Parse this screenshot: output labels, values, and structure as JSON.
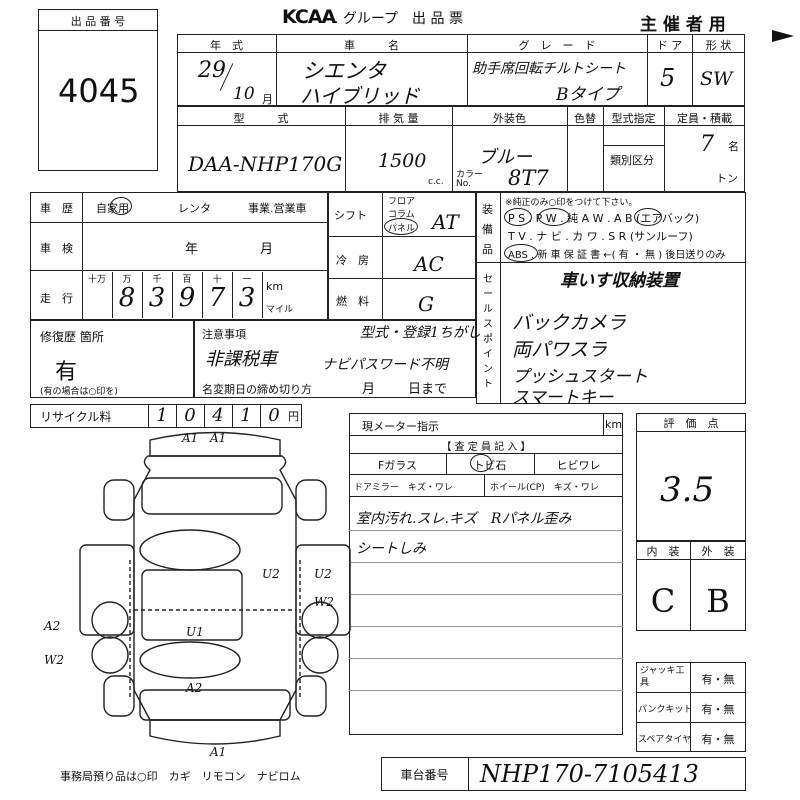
{
  "header": {
    "lot_label": "出 品 番 号",
    "lot_number": "4045",
    "logo": "KCAA",
    "title": ". グループ　出 品 票",
    "organizer": "主 催 者 用"
  },
  "row1": {
    "year_label": "年　式",
    "year": "29",
    "month": "10",
    "month_unit": "月",
    "model_name_label": "車　　　名",
    "model_name_1": "シエンタ",
    "model_name_2": "ハイブリッド",
    "grade_label": "グ　レ　ー　ド",
    "grade_1": "助手席回転チルトシート",
    "grade_2": "Bタイプ",
    "door_label": "ド ア",
    "doors": "5",
    "shape_label": "形 状",
    "shape": "SW"
  },
  "row2": {
    "type_label": "型　　　式",
    "type": "DAA-NHP170G",
    "disp_label": "排 気 量",
    "displacement": "1500",
    "cc": "c.c.",
    "color_label": "外装色",
    "color_change_label": "色替",
    "color": "ブルー",
    "color_no_label": "カラー No.",
    "color_no": "8T7",
    "type_desig_label": "型式指定",
    "class_label": "類別区分",
    "capacity_label": "定員・積載",
    "capacity": "7",
    "capacity_unit": "名",
    "ton_unit": "トン"
  },
  "history": {
    "label": "車　歴",
    "options": [
      "自家用",
      "レンタ",
      "事業.営業車"
    ],
    "inspection_label": "車　検",
    "inspection_year": "年",
    "inspection_month": "月",
    "mileage_label": "走　行",
    "mileage_units": [
      "十万",
      "万",
      "千",
      "百",
      "十",
      "一"
    ],
    "mileage_digits": [
      "",
      "8",
      "3",
      "9",
      "7",
      "3"
    ],
    "km_label": "km",
    "mile_label": "マイル"
  },
  "specs": {
    "shift_label": "シフト",
    "shift_options": [
      "フロア",
      "コラム",
      "パネル"
    ],
    "shift": "AT",
    "ac_label": "冷　房",
    "ac": "AC",
    "fuel_label": "燃　料",
    "fuel": "G"
  },
  "equipment": {
    "label": "装備品",
    "note": "※純正のみ○印をつけて下さい。",
    "line1": "P S . P W . 純 A W . A B (エアバック)",
    "line2": "T V . ナ ビ . カ ワ . S R (サンルーフ)",
    "line3": "ABS . 新 車 保 証 書 ←( 有 ・ 無 ) 後日送りのみ",
    "salespoint_label": "セールスポイント",
    "salespoint_1": "車いす収納装置",
    "salespoint_2": "バックカメラ",
    "salespoint_3": "両パワスラ",
    "salespoint_4": "プッシュスタート",
    "salespoint_5": "スマートキー"
  },
  "repair": {
    "label": "修復歴 箇所",
    "value": "有",
    "note": "(有の場合は○印を)",
    "caution_label": "注意事項",
    "caution_1": "型式・登録1ちがし",
    "caution_2": "非課税車",
    "caution_3": "ナビパスワード不明",
    "deadline_label": "名変期日の締め切り方",
    "deadline_month": "月",
    "deadline_day": "日まで"
  },
  "recycle": {
    "label": "リサイクル料",
    "digits": [
      "1",
      "0",
      "4",
      "1",
      "0"
    ],
    "unit": "円"
  },
  "meter": {
    "label": "現メーター指示",
    "unit": "km",
    "inspector_label": "【 査 定 員 記 入 】",
    "glass_label": "Fガラス",
    "glass_opt1": "トビ石",
    "glass_opt2": "ヒビワレ",
    "mirror_label": "ドアミラー　キズ・ワレ",
    "wheel_label": "ホイール(CP)　キズ・ワレ",
    "note_1": "室内汚れ.スレ.キズ　Rパネル歪み",
    "note_2": "シートしみ"
  },
  "score": {
    "label": "評　価　点",
    "value": "3.5",
    "interior_label": "内　装",
    "exterior_label": "外　装",
    "interior": "C",
    "exterior": "B"
  },
  "tools": {
    "jack_label": "ジャッキ工　具",
    "puncture_label": "パンクキット",
    "spare_label": "スペアタイヤ",
    "option": "有・無"
  },
  "footer": {
    "office_note": "事務局預り品は○印　カギ　リモコン　ナビロム",
    "chassis_label": "車台番号",
    "chassis": "NHP170-7105413"
  },
  "diagram_marks": [
    "A1",
    "A1",
    "A1",
    "A2",
    "U2",
    "U1",
    "A2",
    "W2",
    "U2",
    "W2"
  ]
}
